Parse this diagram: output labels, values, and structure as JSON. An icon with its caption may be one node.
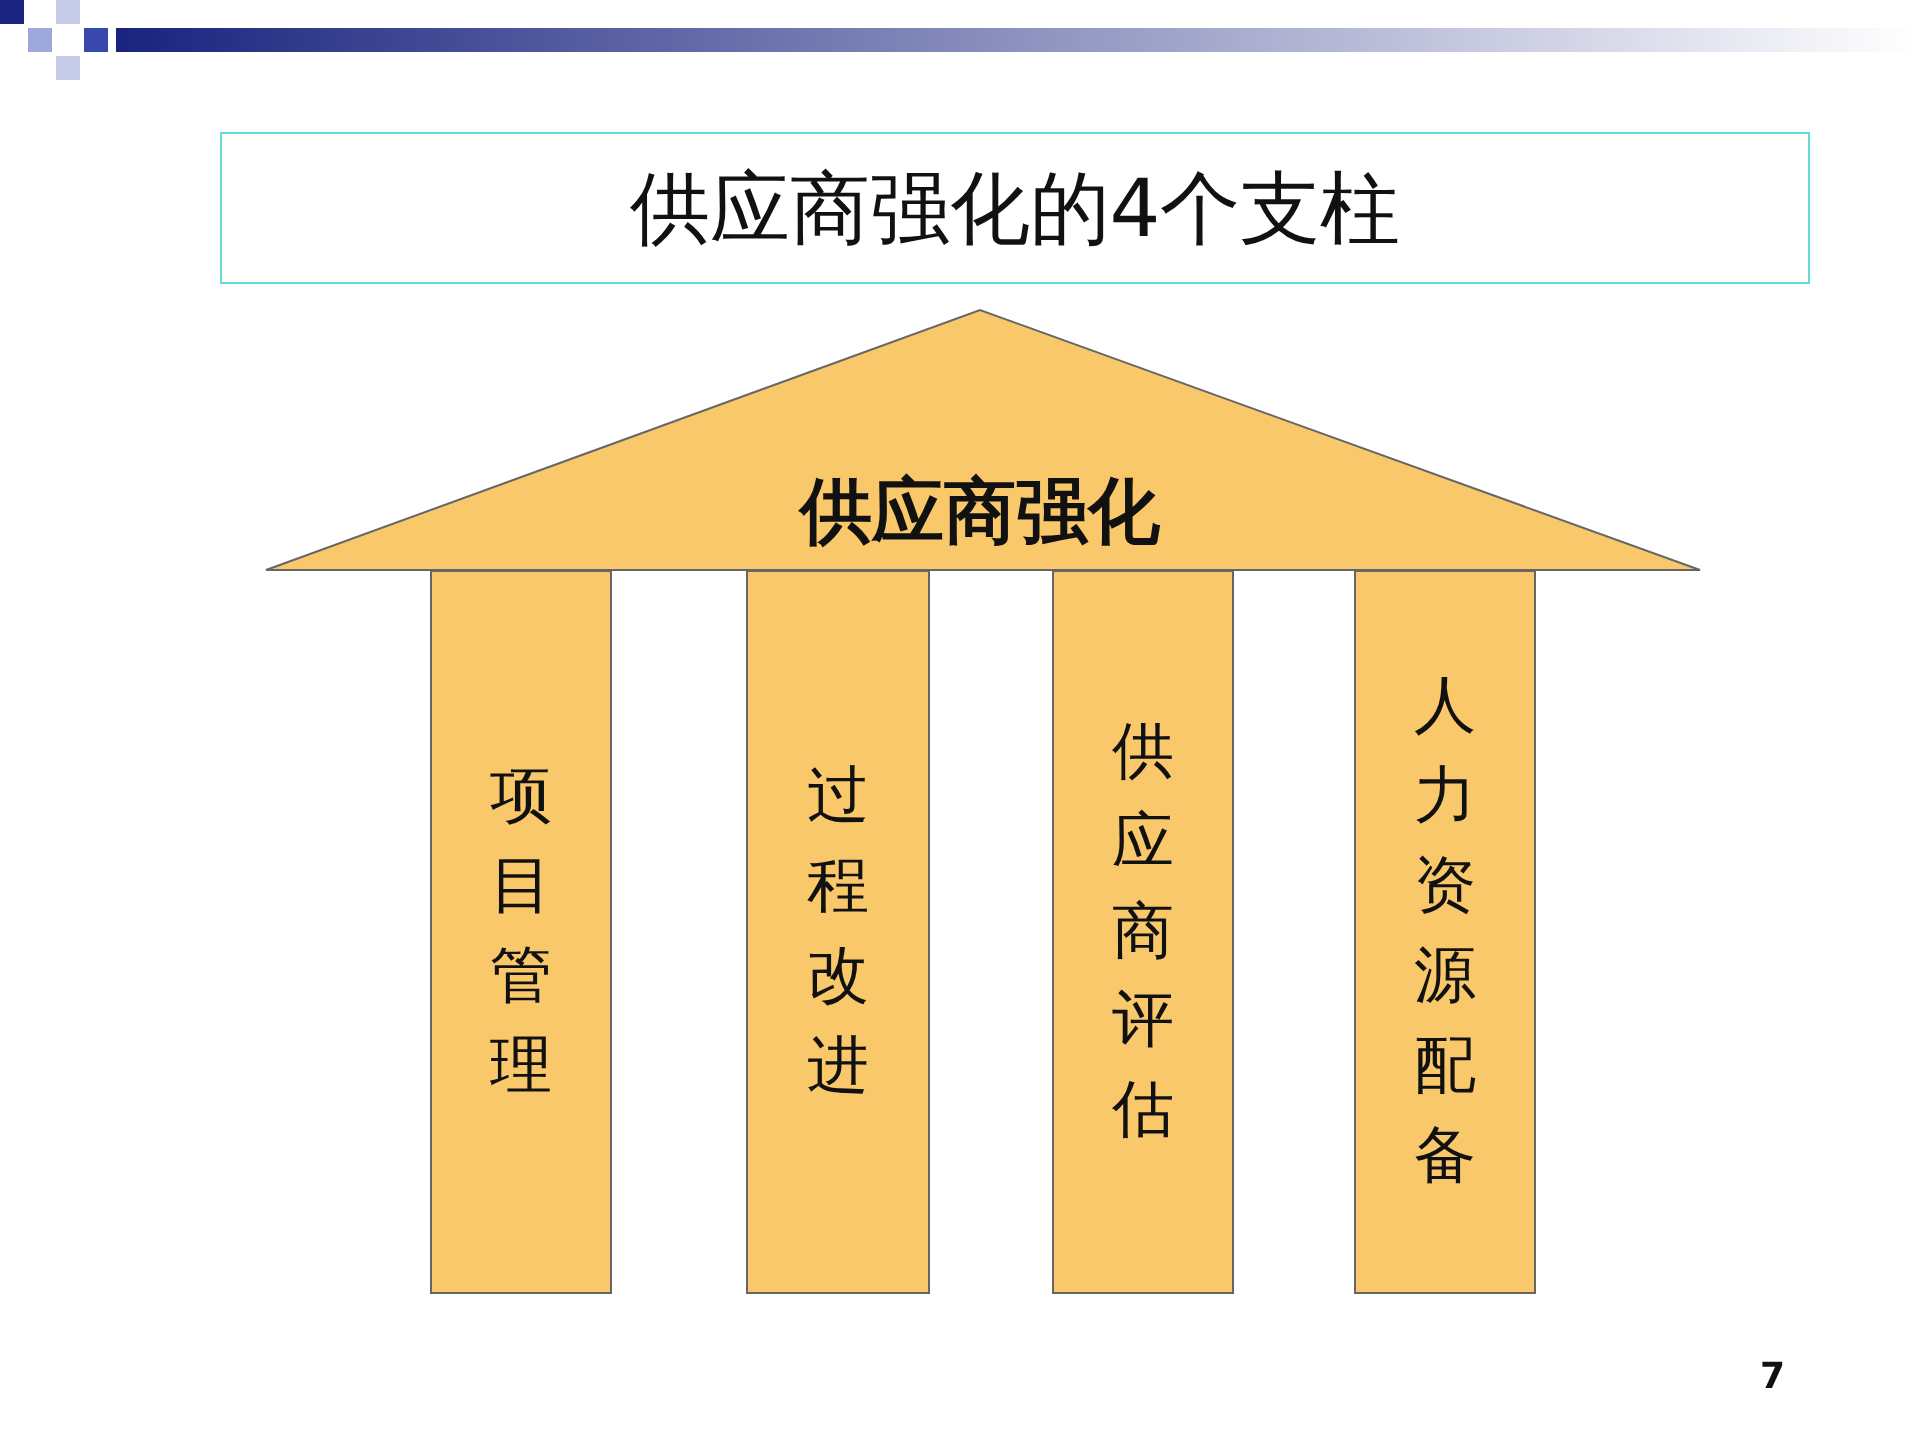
{
  "diagram": {
    "title": "供应商强化的4个支柱",
    "nodes": [
      {
        "text": [
          "供应商强化"
        ]
      },
      {
        "text": [
          "项目管理"
        ]
      },
      {
        "text": [
          "过程改进"
        ]
      },
      {
        "text": [
          "供应商评估"
        ]
      },
      {
        "text": [
          "人力资源配备"
        ]
      }
    ],
    "labels": [
      "7"
    ]
  }
}
